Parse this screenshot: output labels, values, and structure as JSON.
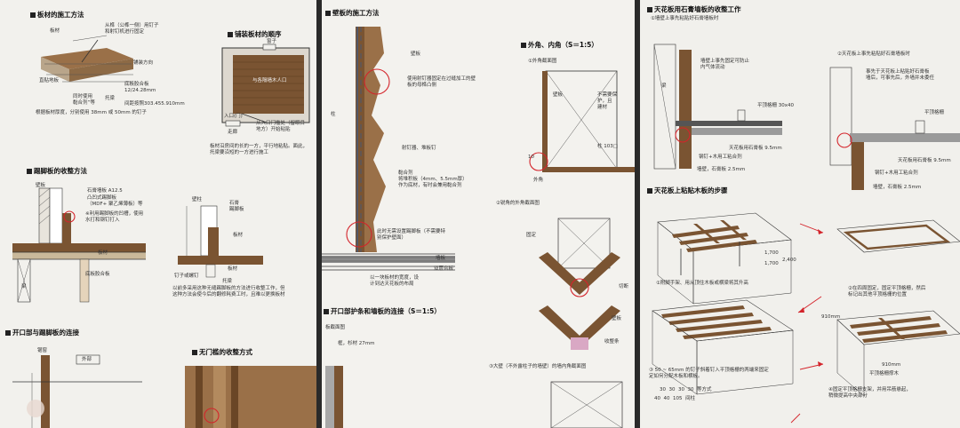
{
  "page1": {
    "heading_floor": "板材的施工方法",
    "floor_labels": {
      "board": "板材",
      "nail_note": "从榫（公榫一侧）用钉子\n和射钉机进行固定",
      "direction": "铺装方向",
      "direct_floor": "直贴地板",
      "sub_floor": "底板胶合板\n12/24.28mm",
      "spacing": "间距按照303.455.910mm",
      "glue": "同时使用\n黏合剂”等",
      "joist": "托梁",
      "nail_length": "根据板材厚度，分别使用 38mm 或 50mm 的钉子"
    },
    "heading_order": "铺装板材的顺序",
    "order_labels": {
      "window": "窗子",
      "inner": "与各隔墙木人口",
      "entrance": "入口(门)",
      "start": "从入口门槛处（留眼目\n地方）开始粘贴",
      "corridor": "走廊",
      "note": "板材沿房间的长的一方，平行地粘贴。面此，\n托梁要沿短的一方进行施工"
    },
    "heading_skirting": "踢脚板的收整方法",
    "skirting_labels": {
      "stud": "壁板",
      "gypsum": "石膏墙板 A12.5",
      "concave": "凸凹式踢脚板\n（MDF+ 聚乙烯薄板）等",
      "glue_note": "※利用踢脚板的凹槽，使用\n水打和钢钉打入",
      "floor_board": "板材",
      "sub_plywood": "底板胶合板",
      "beam": "梁",
      "wall_stud": "壁柱",
      "gypsum2": "石膏\n踢脚板",
      "board2": "板材",
      "nail_fix": "钉子或螺钉",
      "joist2": "托梁",
      "board3": "板材",
      "note": "以前多采用这种无缝踢脚板的方法进行收整工作，但\n这种方法会使今后的翻修耗费工时，且难以更换板材"
    },
    "heading_opening": "开口部与踢脚板的连接",
    "opening_labels": {
      "frame": "锯窗",
      "outside": "外部"
    },
    "heading_threshold": "无门槛的收整方式"
  },
  "page2": {
    "heading_wall": "壁板的施工方法",
    "wall_labels": {
      "wallboard": "壁板",
      "nail_note": "使用射钉器固定在过缝加工的壁\n板的母榫凸侧",
      "pillar": "柱",
      "nails": "射钉器、堆板钉",
      "adhesive": "黏合剂\n将堆积板（4mm、5.5mm厚）\n作为底材，有时会兼用黏合剂",
      "skirting_note": "此时无需设置踢脚板（不需要特\n别保护壁面）",
      "wall_floor": "墙板",
      "double_ply": "双层合板",
      "spacing_note": "以一块板材的宽度，设\n计到达天花板的布局"
    },
    "heading_corner": "外角、内角（S＝1:5）",
    "corner_labels": {
      "outer_section": "①外角截面图",
      "wallboard": "壁板",
      "note_right": "不需要保\n护，且\n建材",
      "pillar": "柱 103□",
      "dim": "10",
      "outer": "外角",
      "miter_section": "②锐角的外角截面图",
      "fixed": "固定",
      "cut": "切断",
      "wallboard2": "壁板",
      "strip": "收整条",
      "inner_section": "③大壁（不外露柱子的墙壁）的墙内角截面图"
    },
    "heading_opening": "开口部护条和墙板的连接（S＝1:5）",
    "opening_labels": {
      "section": "板截面图",
      "frame": "框，杉材 27mm"
    }
  },
  "page3": {
    "heading_ceiling": "天花板用石膏墙板的收整工作",
    "ceiling_labels": {
      "step1": "①墙壁上事先粘贴好石膏墙板时",
      "step2": "②天花板上事先粘贴好石膏墙板时",
      "beam": "梁",
      "stud1": "墙壁上事先固定可防止\n内气体流动",
      "joist": "平顶格栅 30x40",
      "ceiling1": "天花板用石膏板 9.5mm",
      "screw1": "钢钉+木用工粘合剂",
      "wallboard1": "墙壁，石膏板 2.5mm",
      "stud2": "事先于天花板上粘贴好石膏板\n墙后，可事先后，外墙并未委任",
      "joist2": "平顶格栅",
      "ceiling2": "天花板用石膏板 9.5mm",
      "screw2": "钢钉+木用工粘合剂",
      "wallboard2": "墙壁，石膏板 2.5mm"
    },
    "heading_steps": "天花板上粘贴木板的步骤",
    "step_labels": {
      "scaffold": "①附脚手架、用从顶住木板或横梁将其升高",
      "dim_1700a": "1,700",
      "dim_1700b": "1,700",
      "dim_2400": "2,400",
      "step2": "②在四周固定，固定平顶格栅，然后\n标记出其他平顶格栅的位置",
      "dim_910a": "910mm",
      "dim_910b": "910mm",
      "ridge": "平顶格栅撑木",
      "step3": "③ 50 ~ 65mm 的钉子斜着钉入平顶格栅的两端来固定\n定如何分配木板和横板。",
      "dims_row": "30  30  30  30  等方式",
      "dims_row2": "40  40  105  间柱",
      "step4": "④固定平顶格栅支架，并用吊筋悬起，\n稍微提高中央部分"
    }
  }
}
